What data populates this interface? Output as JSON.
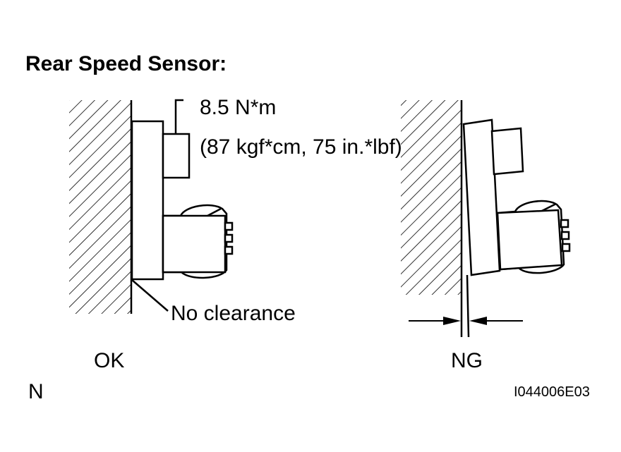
{
  "diagram": {
    "title": "Rear Speed Sensor:",
    "torque_line1": "8.5 N*m",
    "torque_line2": "(87 kgf*cm, 75 in.*lbf)",
    "callout": "No clearance",
    "label_ok": "OK",
    "label_ng": "NG",
    "corner_mark": "N",
    "figure_code": "I044006E03"
  }
}
